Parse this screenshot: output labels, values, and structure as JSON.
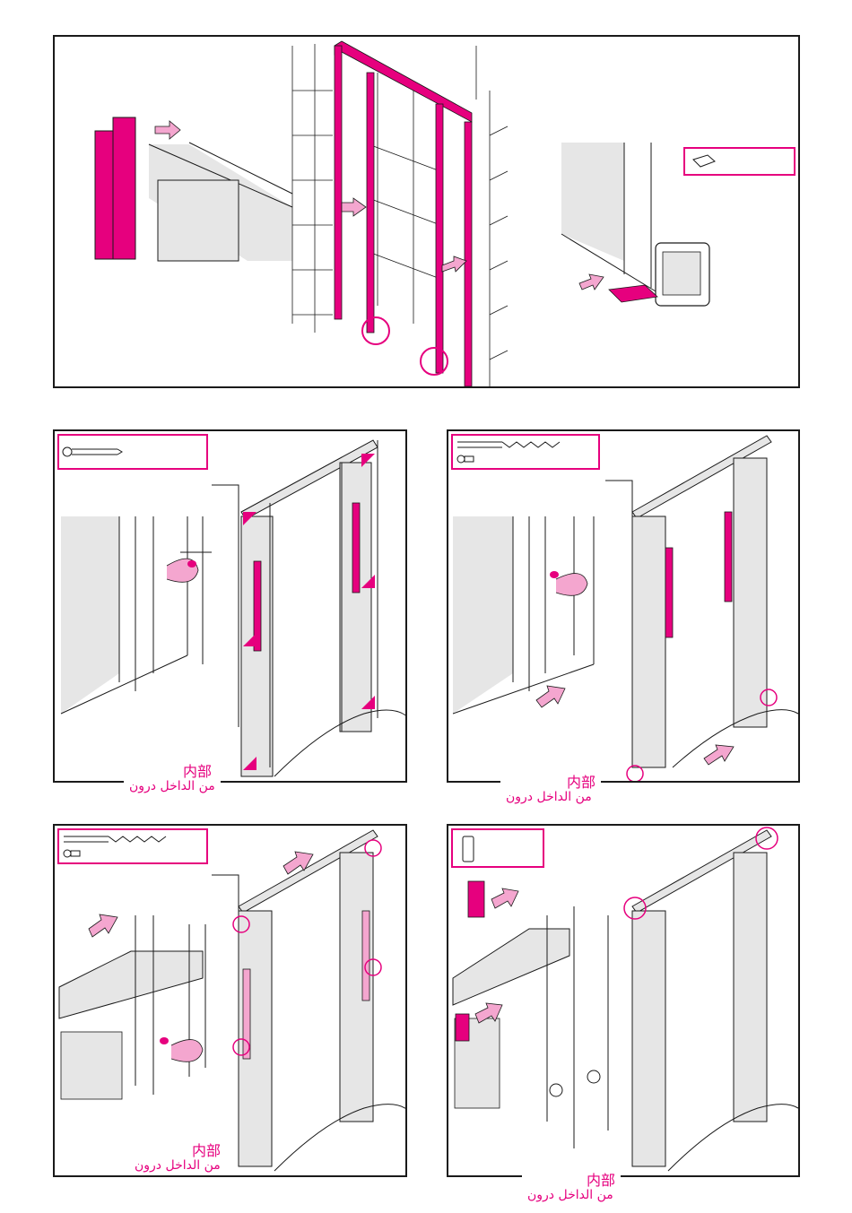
{
  "accent_color": "#e6007e",
  "panel_gray": "#e6e6e6",
  "line_color": "#1a1a1a",
  "labels": {
    "inside_cn": "内部",
    "inside_ar_1": "درون",
    "inside_ar_2": "من الداخل"
  },
  "icons": {
    "screw": "screw-icon",
    "drill": "drill-bit-icon",
    "wall_plug": "wall-plug-icon",
    "seal_pad": "seal-pad-icon",
    "cap": "end-cap-icon",
    "arrow": "arrow-icon"
  }
}
